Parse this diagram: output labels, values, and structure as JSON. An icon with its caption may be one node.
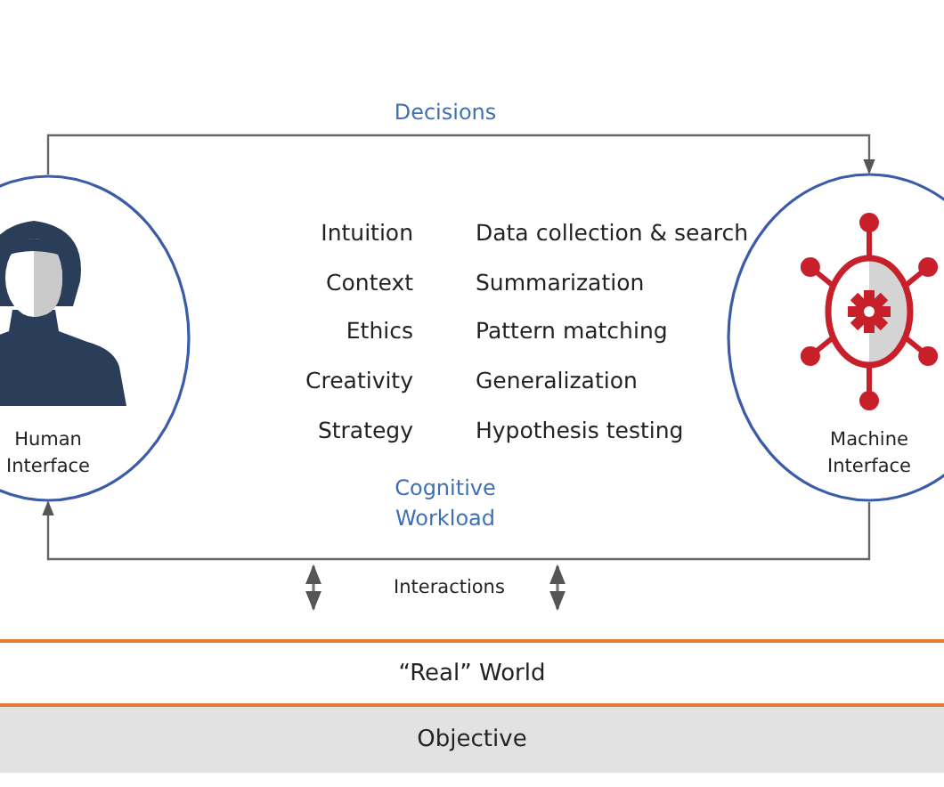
{
  "diagram": {
    "nodes": [
      {
        "text": [
          "Human Interface"
        ]
      },
      {
        "text": [
          "Machine Interface"
        ]
      },
      {
        "text": [
          "“Real” World"
        ]
      },
      {
        "text": [
          "Objective"
        ]
      }
    ],
    "edges": [
      {
        "from": 0,
        "to": 1,
        "arrow": "to",
        "label": "Decisions"
      },
      {
        "from": 1,
        "to": 0,
        "arrow": "to",
        "label": "Cognitive Workload"
      },
      {
        "from": null,
        "to": 2,
        "arrow": "both"
      },
      {
        "from": null,
        "to": 2,
        "arrow": "both"
      }
    ],
    "labels": [
      "Intuition",
      "Data collection & search",
      "Context",
      "Summarization",
      "Ethics",
      "Pattern matching",
      "Creativity",
      "Generalization",
      "Strategy",
      "Hypothesis testing",
      "Interactions"
    ]
  }
}
